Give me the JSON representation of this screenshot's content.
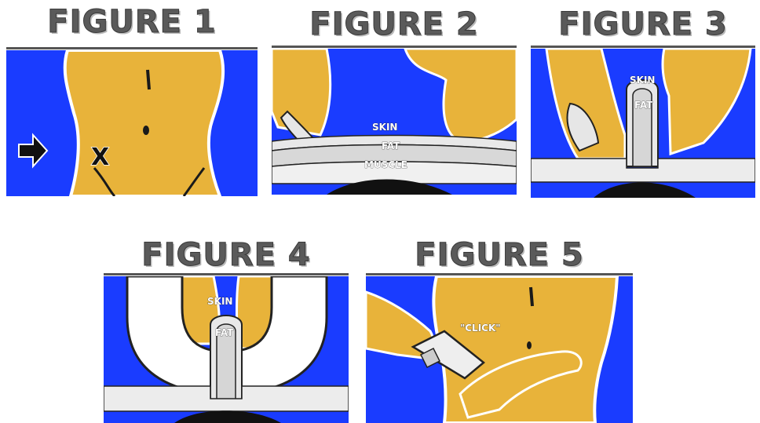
{
  "figures": [
    {
      "title": "FIGURE 1",
      "labels": {
        "marker": "X"
      }
    },
    {
      "title": "FIGURE 2",
      "labels": {
        "skin": "SKIN",
        "fat": "FAT",
        "muscle": "MUSCLE"
      }
    },
    {
      "title": "FIGURE 3",
      "labels": {
        "skin": "SKIN",
        "fat": "FAT"
      }
    },
    {
      "title": "FIGURE 4",
      "labels": {
        "skin": "SKIN",
        "fat": "FAT"
      }
    },
    {
      "title": "FIGURE 5",
      "labels": {
        "click": "\"CLICK\""
      }
    }
  ],
  "colors": {
    "background_blue": "#1a3cff",
    "skin_tan": "#e8b33a",
    "fat_light": "#e2e2e2",
    "deep_black": "#111111"
  }
}
